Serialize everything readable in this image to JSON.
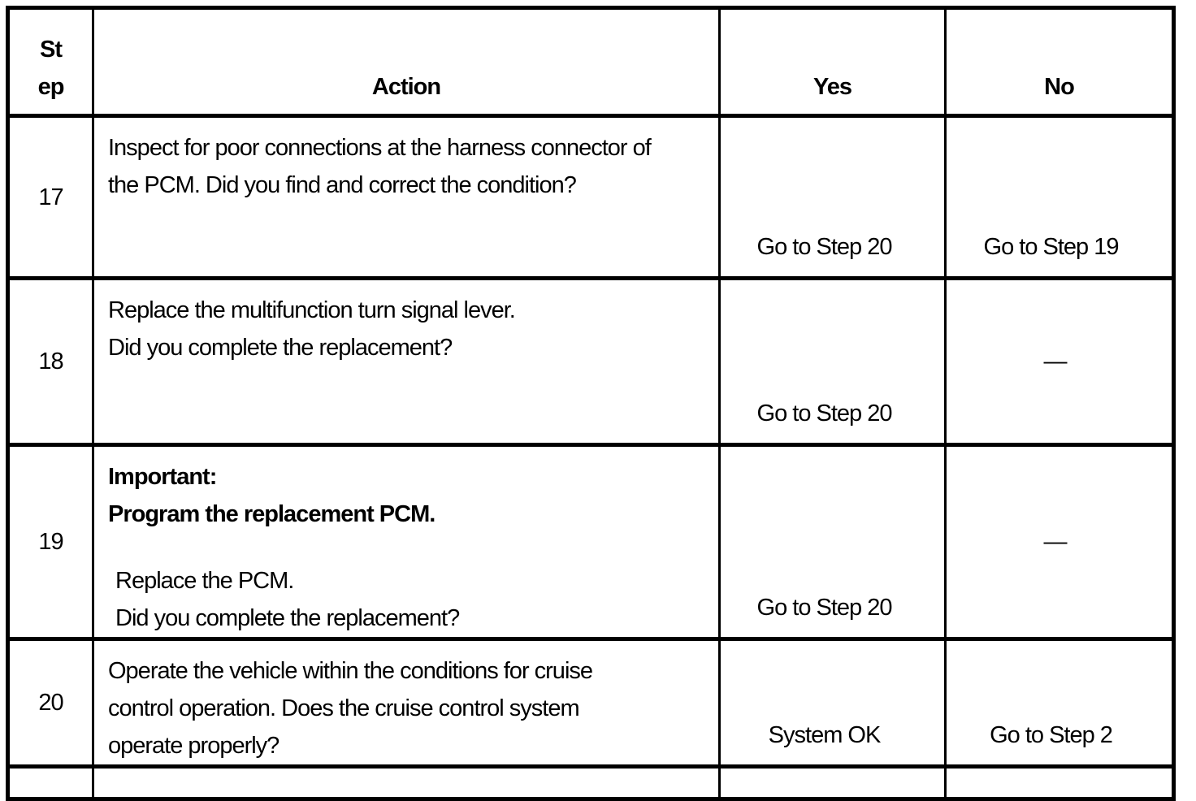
{
  "table": {
    "header": {
      "step_line1": "St",
      "step_line2": "ep",
      "action": "Action",
      "yes": "Yes",
      "no": "No"
    },
    "rows": [
      {
        "step": "17",
        "action_lines": [
          "Inspect for poor connections at the harness connector of",
          "the PCM. Did you find and correct the condition?"
        ],
        "yes": "Go to Step 20",
        "no": "Go to Step 19"
      },
      {
        "step": "18",
        "action_lines": [
          "Replace the multifunction turn signal lever.",
          "Did you complete the replacement?"
        ],
        "yes": "Go to Step 20",
        "no": "—"
      },
      {
        "step": "19",
        "action_bold_lines": [
          "Important:",
          "Program the replacement PCM."
        ],
        "action_lines": [
          "Replace the PCM.",
          "Did you complete the replacement?"
        ],
        "yes": "Go to Step 20",
        "no": "—"
      },
      {
        "step": "20",
        "action_lines": [
          "Operate the vehicle within the conditions for cruise",
          "control operation. Does the cruise control system",
          "operate properly?"
        ],
        "yes": "System OK",
        "no": "Go to Step 2"
      }
    ]
  }
}
